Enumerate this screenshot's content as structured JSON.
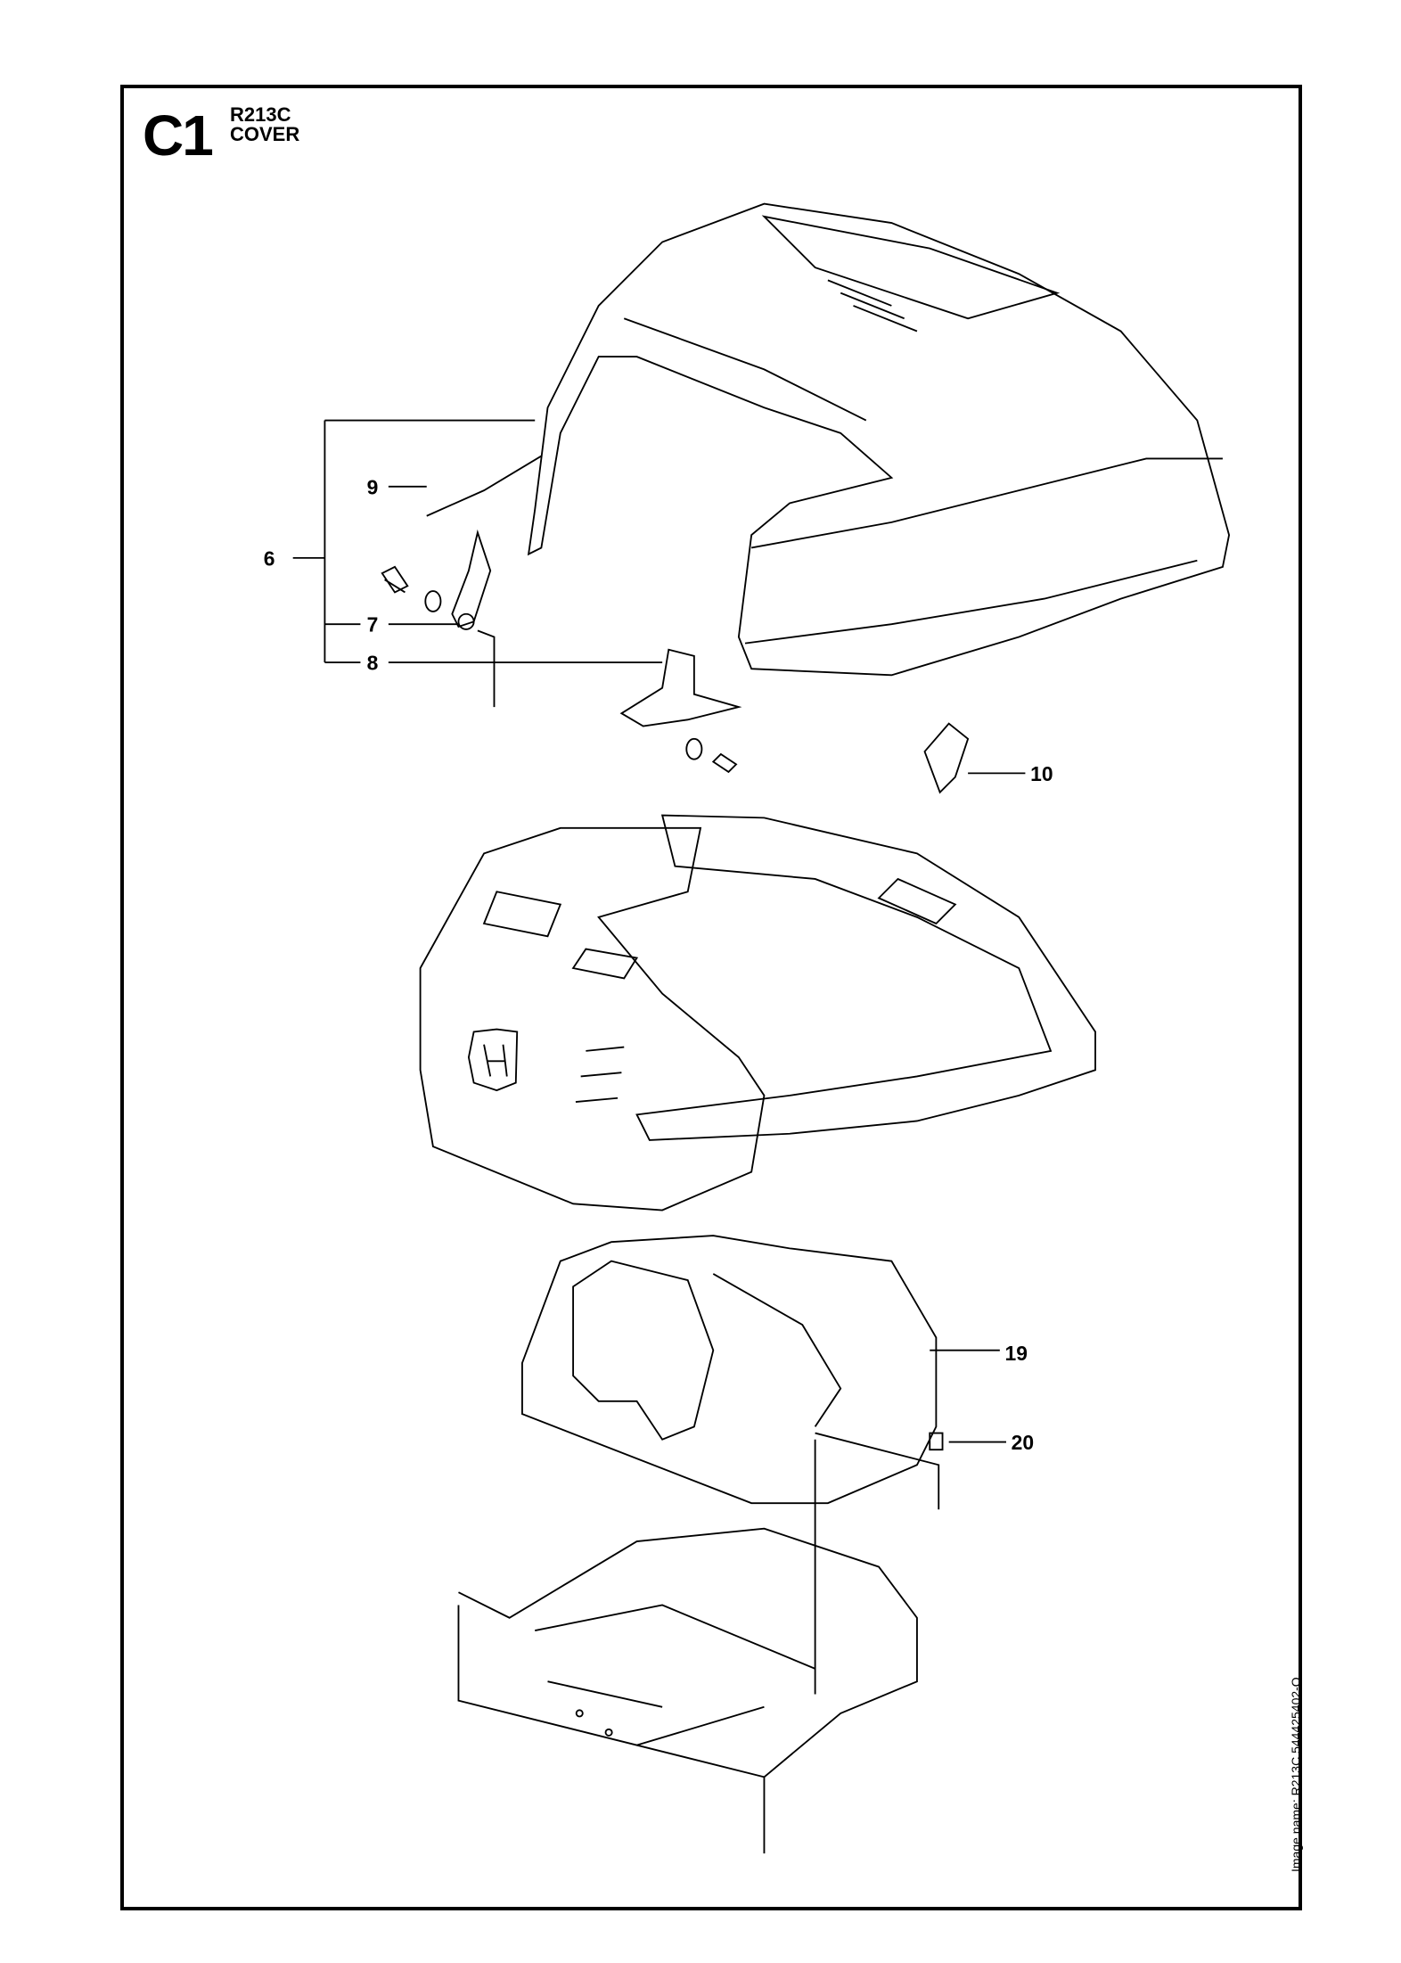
{
  "header": {
    "code": "C1",
    "model": "R213C",
    "title": "COVER"
  },
  "callouts": [
    "6",
    "9",
    "7",
    "8",
    "10",
    "19",
    "20"
  ],
  "image_name": "Image name: R213C 544425402-O"
}
